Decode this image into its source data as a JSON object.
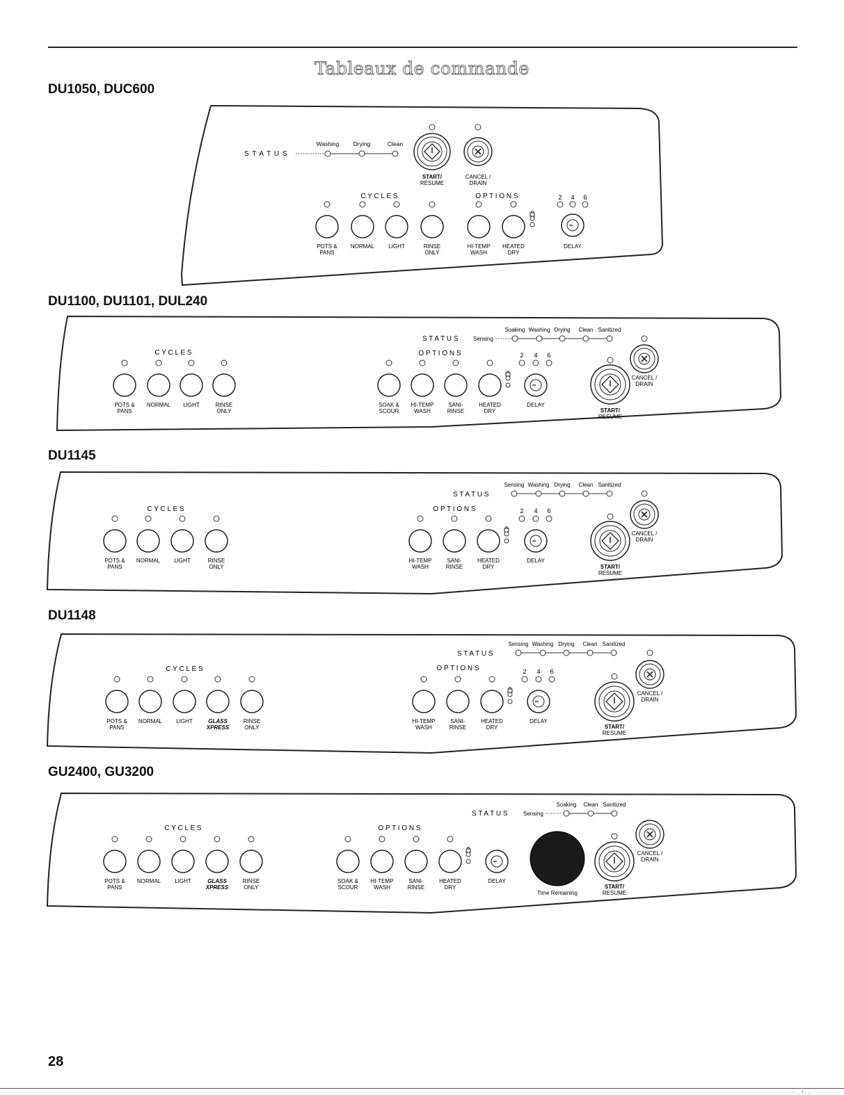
{
  "page_title": "Tableaux de commande",
  "page_number": "28",
  "corner_mark": "- . . i . ..",
  "panels": [
    {
      "model": "DU1050, DUC600",
      "status_label": "S T A T U S",
      "status_items": [
        "Washing",
        "Drying",
        "Clean"
      ],
      "start": {
        "line1": "START/",
        "line2": "RESUME"
      },
      "cancel": {
        "line1": "CANCEL /",
        "line2": "DRAIN"
      },
      "cycles_label": "C Y C L E S",
      "cycles": [
        {
          "line1": "POTS &",
          "line2": "PANS"
        },
        {
          "line1": "NORMAL",
          "line2": ""
        },
        {
          "line1": "LIGHT",
          "line2": ""
        },
        {
          "line1": "RINSE",
          "line2": "ONLY"
        }
      ],
      "options_label": "O P T I O N S",
      "options": [
        {
          "line1": "HI-TEMP",
          "line2": "WASH"
        },
        {
          "line1": "HEATED",
          "line2": "DRY"
        }
      ],
      "delay_hours": [
        "2",
        "4",
        "6"
      ],
      "delay": "DELAY"
    },
    {
      "model": "DU1100, DU1101, DUL240",
      "status_label": "S T A T U S",
      "status_lead": "Sensing",
      "status_items": [
        "Soaking",
        "Washing",
        "Drying",
        "Clean",
        "Sanitized"
      ],
      "start": {
        "line1": "START/",
        "line2": "RESUME"
      },
      "cancel": {
        "line1": "CANCEL /",
        "line2": "DRAIN"
      },
      "cycles_label": "C Y C L E S",
      "cycles": [
        {
          "line1": "POTS &",
          "line2": "PANS"
        },
        {
          "line1": "NORMAL",
          "line2": ""
        },
        {
          "line1": "LIGHT",
          "line2": ""
        },
        {
          "line1": "RINSE",
          "line2": "ONLY"
        }
      ],
      "options_label": "O P T I O N S",
      "options": [
        {
          "line1": "SOAK &",
          "line2": "SCOUR"
        },
        {
          "line1": "HI-TEMP",
          "line2": "WASH"
        },
        {
          "line1": "SANI-",
          "line2": "RINSE"
        },
        {
          "line1": "HEATED",
          "line2": "DRY"
        }
      ],
      "delay_hours": [
        "2",
        "4",
        "6"
      ],
      "delay": "DELAY"
    },
    {
      "model": "DU1145",
      "status_label": "S T A T U S",
      "status_items": [
        "Sensing",
        "Washing",
        "Drying",
        "Clean",
        "Sanitized"
      ],
      "start": {
        "line1": "START/",
        "line2": "RESUME"
      },
      "cancel": {
        "line1": "CANCEL /",
        "line2": "DRAIN"
      },
      "cycles_label": "C Y C L E S",
      "cycles": [
        {
          "line1": "POTS &",
          "line2": "PANS"
        },
        {
          "line1": "NORMAL",
          "line2": ""
        },
        {
          "line1": "LIGHT",
          "line2": ""
        },
        {
          "line1": "RINSE",
          "line2": "ONLY"
        }
      ],
      "options_label": "O P T I O N S",
      "options": [
        {
          "line1": "HI-TEMP",
          "line2": "WASH"
        },
        {
          "line1": "SANI-",
          "line2": "RINSE"
        },
        {
          "line1": "HEATED",
          "line2": "DRY"
        }
      ],
      "delay_hours": [
        "2",
        "4",
        "6"
      ],
      "delay": "DELAY"
    },
    {
      "model": "DU1148",
      "status_label": "S T A T U S",
      "status_items": [
        "Sensing",
        "Washing",
        "Drying",
        "Clean",
        "Sanitized"
      ],
      "start": {
        "line1": "START/",
        "line2": "RESUME"
      },
      "cancel": {
        "line1": "CANCEL /",
        "line2": "DRAIN"
      },
      "cycles_label": "C Y C L E S",
      "cycles": [
        {
          "line1": "POTS &",
          "line2": "PANS"
        },
        {
          "line1": "NORMAL",
          "line2": ""
        },
        {
          "line1": "LIGHT",
          "line2": ""
        },
        {
          "line1": "GLASS",
          "line2": "XPRESS",
          "italic": true
        },
        {
          "line1": "RINSE",
          "line2": "ONLY"
        }
      ],
      "options_label": "O P T I O N S",
      "options": [
        {
          "line1": "HI-TEMP",
          "line2": "WASH"
        },
        {
          "line1": "SANI-",
          "line2": "RINSE"
        },
        {
          "line1": "HEATED",
          "line2": "DRY"
        }
      ],
      "delay_hours": [
        "2",
        "4",
        "6"
      ],
      "delay": "DELAY"
    },
    {
      "model": "GU2400, GU3200",
      "status_label": "S T A T U S",
      "status_lead": "Sensing",
      "status_items": [
        "Soaking",
        "Clean",
        "Sanitized"
      ],
      "start": {
        "line1": "START/",
        "line2": "RESUME"
      },
      "cancel": {
        "line1": "CANCEL /",
        "line2": "DRAIN"
      },
      "cycles_label": "C Y C L E S",
      "cycles": [
        {
          "line1": "POTS &",
          "line2": "PANS"
        },
        {
          "line1": "NORMAL",
          "line2": ""
        },
        {
          "line1": "LIGHT",
          "line2": ""
        },
        {
          "line1": "GLASS",
          "line2": "XPRESS",
          "italic": true
        },
        {
          "line1": "RINSE",
          "line2": "ONLY"
        }
      ],
      "options_label": "O P T I O N S",
      "options": [
        {
          "line1": "SOAK &",
          "line2": "SCOUR"
        },
        {
          "line1": "HI-TEMP",
          "line2": "WASH"
        },
        {
          "line1": "SANI-",
          "line2": "RINSE"
        },
        {
          "line1": "HEATED",
          "line2": "DRY"
        }
      ],
      "delay": "DELAY",
      "time_remaining": "Time Remaining"
    }
  ]
}
